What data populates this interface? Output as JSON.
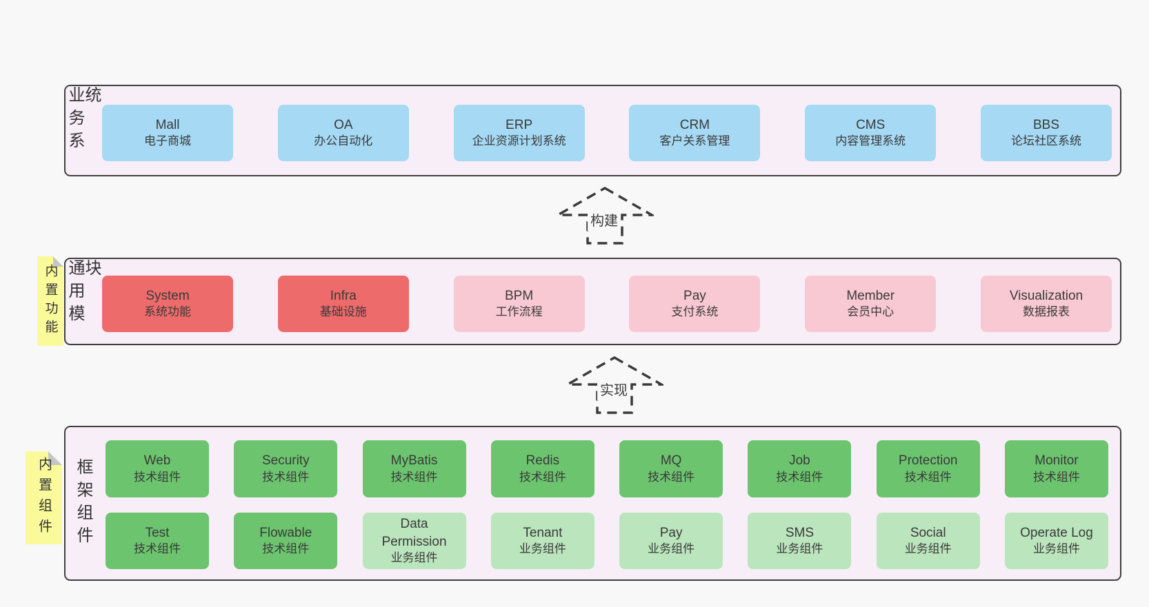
{
  "business": {
    "label": "业务系统",
    "boxes": [
      {
        "name": "Mall",
        "sub": "电子商城"
      },
      {
        "name": "OA",
        "sub": "办公自动化"
      },
      {
        "name": "ERP",
        "sub": "企业资源计划系统"
      },
      {
        "name": "CRM",
        "sub": "客户关系管理"
      },
      {
        "name": "CMS",
        "sub": "内容管理系统"
      },
      {
        "name": "BBS",
        "sub": "论坛社区系统"
      }
    ]
  },
  "modules": {
    "label": "通用模块",
    "note": "内置功能",
    "boxes": [
      {
        "name": "System",
        "sub": "系统功能"
      },
      {
        "name": "Infra",
        "sub": "基础设施"
      },
      {
        "name": "BPM",
        "sub": "工作流程"
      },
      {
        "name": "Pay",
        "sub": "支付系统"
      },
      {
        "name": "Member",
        "sub": "会员中心"
      },
      {
        "name": "Visualization",
        "sub": "数据报表"
      }
    ]
  },
  "components": {
    "label": "框架组件",
    "note": "内置组件",
    "row1": [
      {
        "name": "Web",
        "sub": "技术组件"
      },
      {
        "name": "Security",
        "sub": "技术组件"
      },
      {
        "name": "MyBatis",
        "sub": "技术组件"
      },
      {
        "name": "Redis",
        "sub": "技术组件"
      },
      {
        "name": "MQ",
        "sub": "技术组件"
      },
      {
        "name": "Job",
        "sub": "技术组件"
      },
      {
        "name": "Protection",
        "sub": "技术组件"
      },
      {
        "name": "Monitor",
        "sub": "技术组件"
      }
    ],
    "row2": [
      {
        "name": "Test",
        "sub": "技术组件"
      },
      {
        "name": "Flowable",
        "sub": "技术组件"
      },
      {
        "name": "Data Permission",
        "sub": "业务组件"
      },
      {
        "name": "Tenant",
        "sub": "业务组件"
      },
      {
        "name": "Pay",
        "sub": "业务组件"
      },
      {
        "name": "SMS",
        "sub": "业务组件"
      },
      {
        "name": "Social",
        "sub": "业务组件"
      },
      {
        "name": "Operate Log",
        "sub": "业务组件"
      }
    ]
  },
  "arrows": [
    {
      "label": "构建"
    },
    {
      "label": "实现"
    }
  ],
  "colors": {
    "background": "#f8f8f8",
    "panel_fill": "#f8eef7",
    "panel_border": "#3f3f3f",
    "box_blue": "#a5d9f4",
    "box_red": "#ee6b6b",
    "box_pink": "#f9c9d3",
    "box_green": "#6cc46e",
    "box_green_light": "#bbe5bd",
    "note_yellow": "#fafa9b",
    "note_fold": "#c6c6c6",
    "text": "#3a3a3a"
  }
}
